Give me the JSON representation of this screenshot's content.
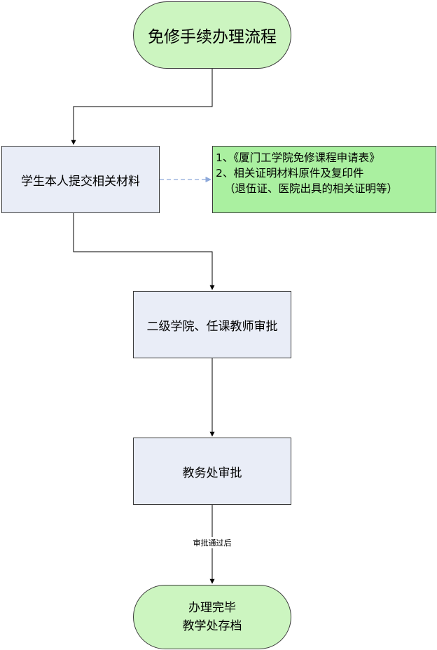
{
  "nodes": {
    "start": "免修手续办理流程",
    "submit": "学生本人提交相关材料",
    "note": {
      "line1": "1、《厦门工学院免修课程申请表》",
      "line2": "2、相关证明材料原件及复印件",
      "line3": "（退伍证、医院出具的相关证明等）"
    },
    "college_approval": "二级学院、任课教师审批",
    "academic_approval": "教务处审批",
    "end": {
      "line1": "办理完毕",
      "line2": "教学处存档"
    }
  },
  "edge_labels": {
    "after_approval": "审批通过后"
  },
  "colors": {
    "terminal_fill": "#ccf5c0",
    "process_fill": "#e9edf7",
    "note_fill": "#aaf0a0",
    "dashed_arrow": "#8ea9db"
  }
}
